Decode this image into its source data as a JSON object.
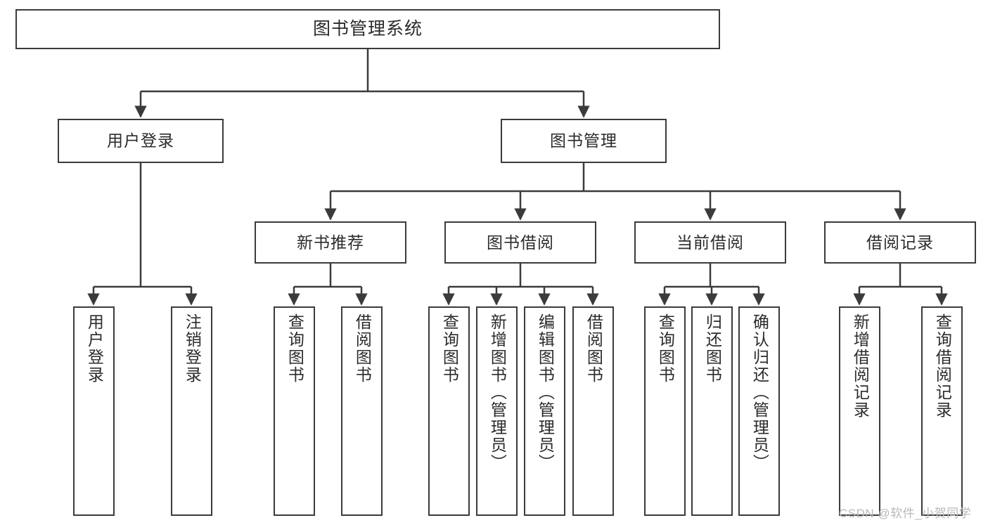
{
  "diagram": {
    "title": "图书管理系统",
    "type": "tree-hierarchy-diagram",
    "style": {
      "box_border_color": "#3b3b3b",
      "box_fill_color": "#ffffff",
      "connector_color": "#3b3b3b",
      "text_color": "#2b2b2b",
      "background": "#ffffff"
    },
    "nodes": {
      "root": {
        "label": "图书管理系统"
      },
      "level2": [
        {
          "id": "user-login",
          "label": "用户登录"
        },
        {
          "id": "book-management",
          "label": "图书管理"
        }
      ],
      "level3": [
        {
          "id": "new-book-recommend",
          "label": "新书推荐"
        },
        {
          "id": "book-borrow",
          "label": "图书借阅"
        },
        {
          "id": "current-borrow",
          "label": "当前借阅"
        },
        {
          "id": "borrow-record",
          "label": "借阅记录"
        }
      ],
      "leaves": {
        "user-login": [
          {
            "id": "leaf-user-login",
            "label": "用户登录"
          },
          {
            "id": "leaf-logout-login",
            "label": "注销登录"
          }
        ],
        "new-book-recommend": [
          {
            "id": "leaf-query-book-1",
            "label": "查询图书"
          },
          {
            "id": "leaf-borrow-book-1",
            "label": "借阅图书"
          }
        ],
        "book-borrow": [
          {
            "id": "leaf-query-book-2",
            "label": "查询图书"
          },
          {
            "id": "leaf-add-book",
            "label": "新增图书（管理员）"
          },
          {
            "id": "leaf-edit-book",
            "label": "编辑图书（管理员）"
          },
          {
            "id": "leaf-borrow-book-2",
            "label": "借阅图书"
          }
        ],
        "current-borrow": [
          {
            "id": "leaf-query-book-3",
            "label": "查询图书"
          },
          {
            "id": "leaf-return-book",
            "label": "归还图书"
          },
          {
            "id": "leaf-confirm-return",
            "label": "确认归还（管理员）"
          }
        ],
        "borrow-record": [
          {
            "id": "leaf-add-record",
            "label": "新增借阅记录"
          },
          {
            "id": "leaf-query-record",
            "label": "查询借阅记录"
          }
        ]
      }
    }
  },
  "watermark": {
    "text": "CSDN @软件_小贺同学"
  }
}
